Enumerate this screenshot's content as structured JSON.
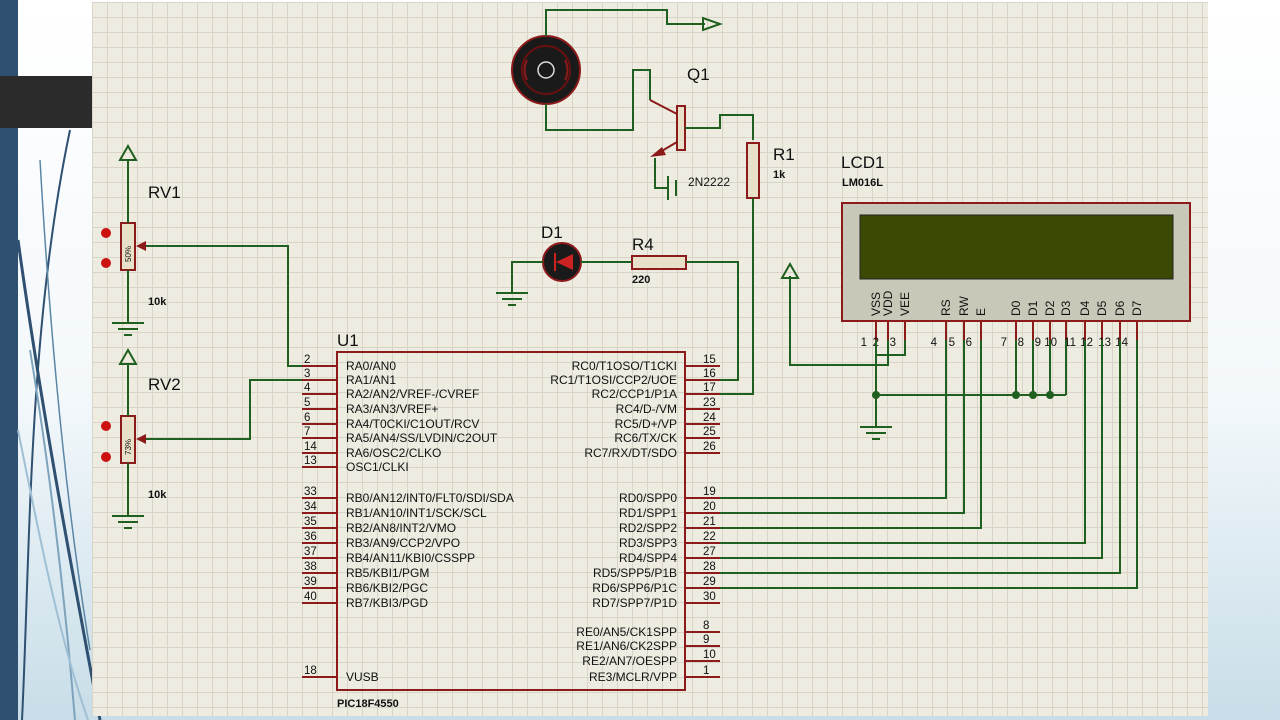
{
  "components": {
    "u1": {
      "ref": "U1",
      "part": "PIC18F4550"
    },
    "lcd1": {
      "ref": "LCD1",
      "part": "LM016L"
    },
    "q1": {
      "ref": "Q1",
      "part": "2N2222"
    },
    "r1": {
      "ref": "R1",
      "value": "1k"
    },
    "d1": {
      "ref": "D1"
    },
    "r4": {
      "ref": "R4",
      "value": "220"
    },
    "rv1": {
      "ref": "RV1",
      "value": "10k",
      "setting": "50%"
    },
    "rv2": {
      "ref": "RV2",
      "value": "10k",
      "setting": "73%"
    }
  },
  "u1_left_pins": [
    {
      "num": "2",
      "name": "RA0/AN0"
    },
    {
      "num": "3",
      "name": "RA1/AN1"
    },
    {
      "num": "4",
      "name": "RA2/AN2/VREF-/CVREF"
    },
    {
      "num": "5",
      "name": "RA3/AN3/VREF+"
    },
    {
      "num": "6",
      "name": "RA4/T0CKI/C1OUT/RCV"
    },
    {
      "num": "7",
      "name": "RA5/AN4/SS/LVDIN/C2OUT"
    },
    {
      "num": "14",
      "name": "RA6/OSC2/CLKO"
    },
    {
      "num": "13",
      "name": "OSC1/CLKI"
    },
    {
      "num": "33",
      "name": "RB0/AN12/INT0/FLT0/SDI/SDA"
    },
    {
      "num": "34",
      "name": "RB1/AN10/INT1/SCK/SCL"
    },
    {
      "num": "35",
      "name": "RB2/AN8/INT2/VMO"
    },
    {
      "num": "36",
      "name": "RB3/AN9/CCP2/VPO"
    },
    {
      "num": "37",
      "name": "RB4/AN11/KBI0/CSSPP"
    },
    {
      "num": "38",
      "name": "RB5/KBI1/PGM"
    },
    {
      "num": "39",
      "name": "RB6/KBI2/PGC"
    },
    {
      "num": "40",
      "name": "RB7/KBI3/PGD"
    },
    {
      "num": "18",
      "name": "VUSB"
    }
  ],
  "u1_right_pins": [
    {
      "num": "15",
      "name": "RC0/T1OSO/T1CKI"
    },
    {
      "num": "16",
      "name": "RC1/T1OSI/CCP2/UOE"
    },
    {
      "num": "17",
      "name": "RC2/CCP1/P1A"
    },
    {
      "num": "23",
      "name": "RC4/D-/VM"
    },
    {
      "num": "24",
      "name": "RC5/D+/VP"
    },
    {
      "num": "25",
      "name": "RC6/TX/CK"
    },
    {
      "num": "26",
      "name": "RC7/RX/DT/SDO"
    },
    {
      "num": "19",
      "name": "RD0/SPP0"
    },
    {
      "num": "20",
      "name": "RD1/SPP1"
    },
    {
      "num": "21",
      "name": "RD2/SPP2"
    },
    {
      "num": "22",
      "name": "RD3/SPP3"
    },
    {
      "num": "27",
      "name": "RD4/SPP4"
    },
    {
      "num": "28",
      "name": "RD5/SPP5/P1B"
    },
    {
      "num": "29",
      "name": "RD6/SPP6/P1C"
    },
    {
      "num": "30",
      "name": "RD7/SPP7/P1D"
    },
    {
      "num": "8",
      "name": "RE0/AN5/CK1SPP"
    },
    {
      "num": "9",
      "name": "RE1/AN6/CK2SPP"
    },
    {
      "num": "10",
      "name": "RE2/AN7/OESPP"
    },
    {
      "num": "1",
      "name": "RE3/MCLR/VPP"
    }
  ],
  "lcd_pins": [
    {
      "num": "1",
      "name": "VSS"
    },
    {
      "num": "2",
      "name": "VDD"
    },
    {
      "num": "3",
      "name": "VEE"
    },
    {
      "num": "4",
      "name": "RS"
    },
    {
      "num": "5",
      "name": "RW"
    },
    {
      "num": "6",
      "name": "E"
    },
    {
      "num": "7",
      "name": "D0"
    },
    {
      "num": "8",
      "name": "D1"
    },
    {
      "num": "9",
      "name": "D2"
    },
    {
      "num": "10",
      "name": "D3"
    },
    {
      "num": "11",
      "name": "D4"
    },
    {
      "num": "12",
      "name": "D5"
    },
    {
      "num": "13",
      "name": "D6"
    },
    {
      "num": "14",
      "name": "D7"
    }
  ],
  "colors": {
    "grid_background": "#eeebe0",
    "wire": "#1f5f1f",
    "component": "#8b1a1a",
    "lcd_screen": "#3a4a05",
    "lcd_body": "#c8c8b8",
    "slide_accent": "#2f5070",
    "slide_tab": "#2b2b2b"
  }
}
